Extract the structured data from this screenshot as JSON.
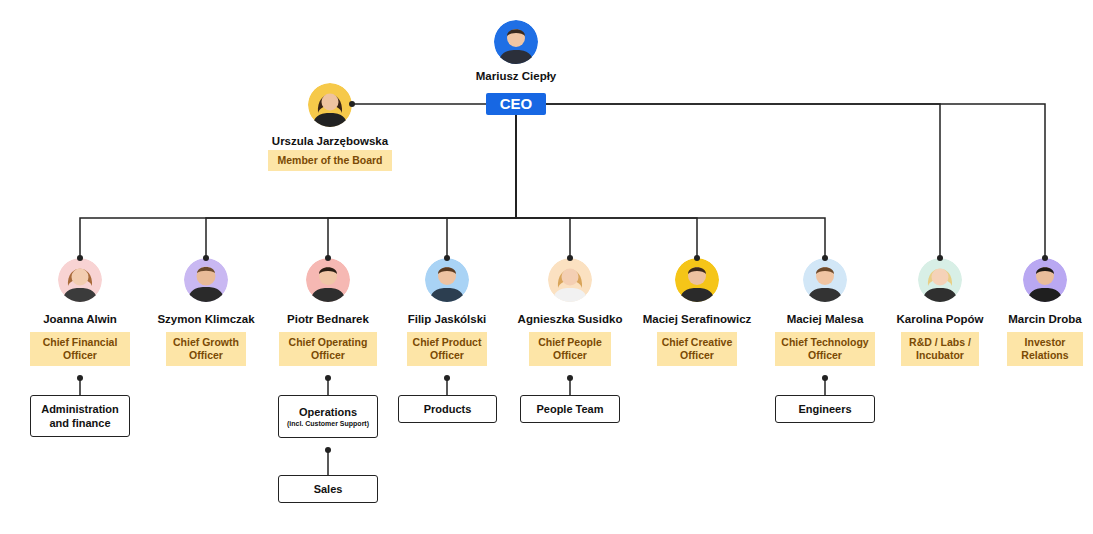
{
  "diagram": {
    "nodes": [
      {
        "text": [
          "Mariusz Ciepły",
          "CEO"
        ]
      },
      {
        "text": [
          "Urszula Jarzębowska",
          "Member of the Board"
        ]
      },
      {
        "text": [
          "Joanna Alwin",
          "Chief Financial Officer"
        ]
      },
      {
        "text": [
          "Szymon Klimczak",
          "Chief Growth Officer"
        ]
      },
      {
        "text": [
          "Piotr Bednarek",
          "Chief Operating Officer"
        ]
      },
      {
        "text": [
          "Filip Jaskólski",
          "Chief Product Officer"
        ]
      },
      {
        "text": [
          "Agnieszka Susidko",
          "Chief People Officer"
        ]
      },
      {
        "text": [
          "Maciej Serafinowicz",
          "Chief Creative Officer"
        ]
      },
      {
        "text": [
          "Maciej Malesa",
          "Chief Technology Officer"
        ]
      },
      {
        "text": [
          "Karolina Popów",
          "R&D / Labs / Incubator"
        ]
      },
      {
        "text": [
          "Marcin Droba",
          "Investor Relations"
        ]
      },
      {
        "text": [
          "Administration and finance"
        ]
      },
      {
        "text": [
          "Operations",
          "(incl. Customer Support)"
        ]
      },
      {
        "text": [
          "Products"
        ]
      },
      {
        "text": [
          "People Team"
        ]
      },
      {
        "text": [
          "Engineers"
        ]
      },
      {
        "text": [
          "Sales"
        ]
      }
    ],
    "edges": [
      {
        "from": 0,
        "to": 1,
        "arrow": "none"
      },
      {
        "from": 0,
        "to": 2,
        "arrow": "none"
      },
      {
        "from": 0,
        "to": 3,
        "arrow": "none"
      },
      {
        "from": 0,
        "to": 4,
        "arrow": "none"
      },
      {
        "from": 0,
        "to": 5,
        "arrow": "none"
      },
      {
        "from": 0,
        "to": 6,
        "arrow": "none"
      },
      {
        "from": 0,
        "to": 7,
        "arrow": "none"
      },
      {
        "from": 0,
        "to": 8,
        "arrow": "none"
      },
      {
        "from": 0,
        "to": 9,
        "arrow": "none"
      },
      {
        "from": 0,
        "to": 10,
        "arrow": "none"
      },
      {
        "from": 2,
        "to": 11,
        "arrow": "none"
      },
      {
        "from": 4,
        "to": 12,
        "arrow": "none"
      },
      {
        "from": 5,
        "to": 13,
        "arrow": "none"
      },
      {
        "from": 6,
        "to": 14,
        "arrow": "none"
      },
      {
        "from": 8,
        "to": 15,
        "arrow": "none"
      },
      {
        "from": 12,
        "to": 16,
        "arrow": "none"
      }
    ]
  }
}
